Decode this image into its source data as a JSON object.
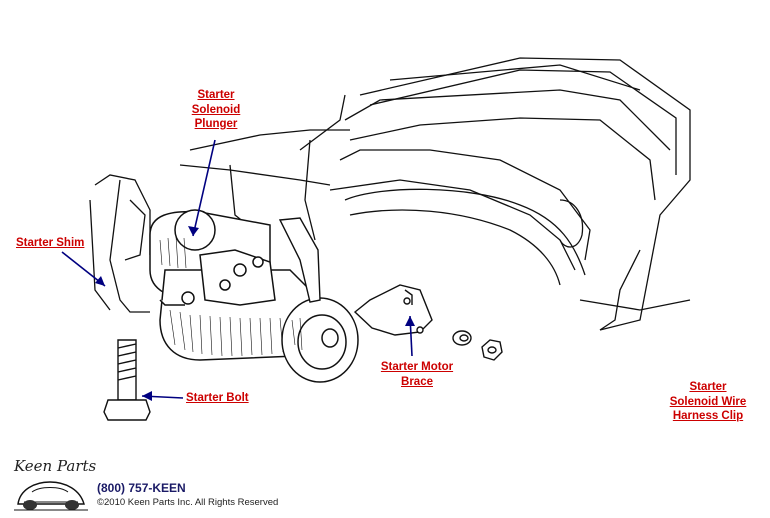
{
  "labels": {
    "plunger": [
      "Starter",
      "Solenoid",
      "Plunger"
    ],
    "shim": "Starter Shim",
    "bolt": "Starter Bolt",
    "brace": [
      "Starter Motor",
      "Brace"
    ],
    "clip": [
      "Starter",
      "Solenoid Wire",
      "Harness Clip"
    ]
  },
  "footer": {
    "logo": "Keen Parts",
    "phone": "(800) 757-KEEN",
    "copyright": "©2010 Keen Parts Inc. All Rights Reserved"
  },
  "colors": {
    "label": "#cc0000",
    "leader": "#000080",
    "line": "#111111"
  }
}
